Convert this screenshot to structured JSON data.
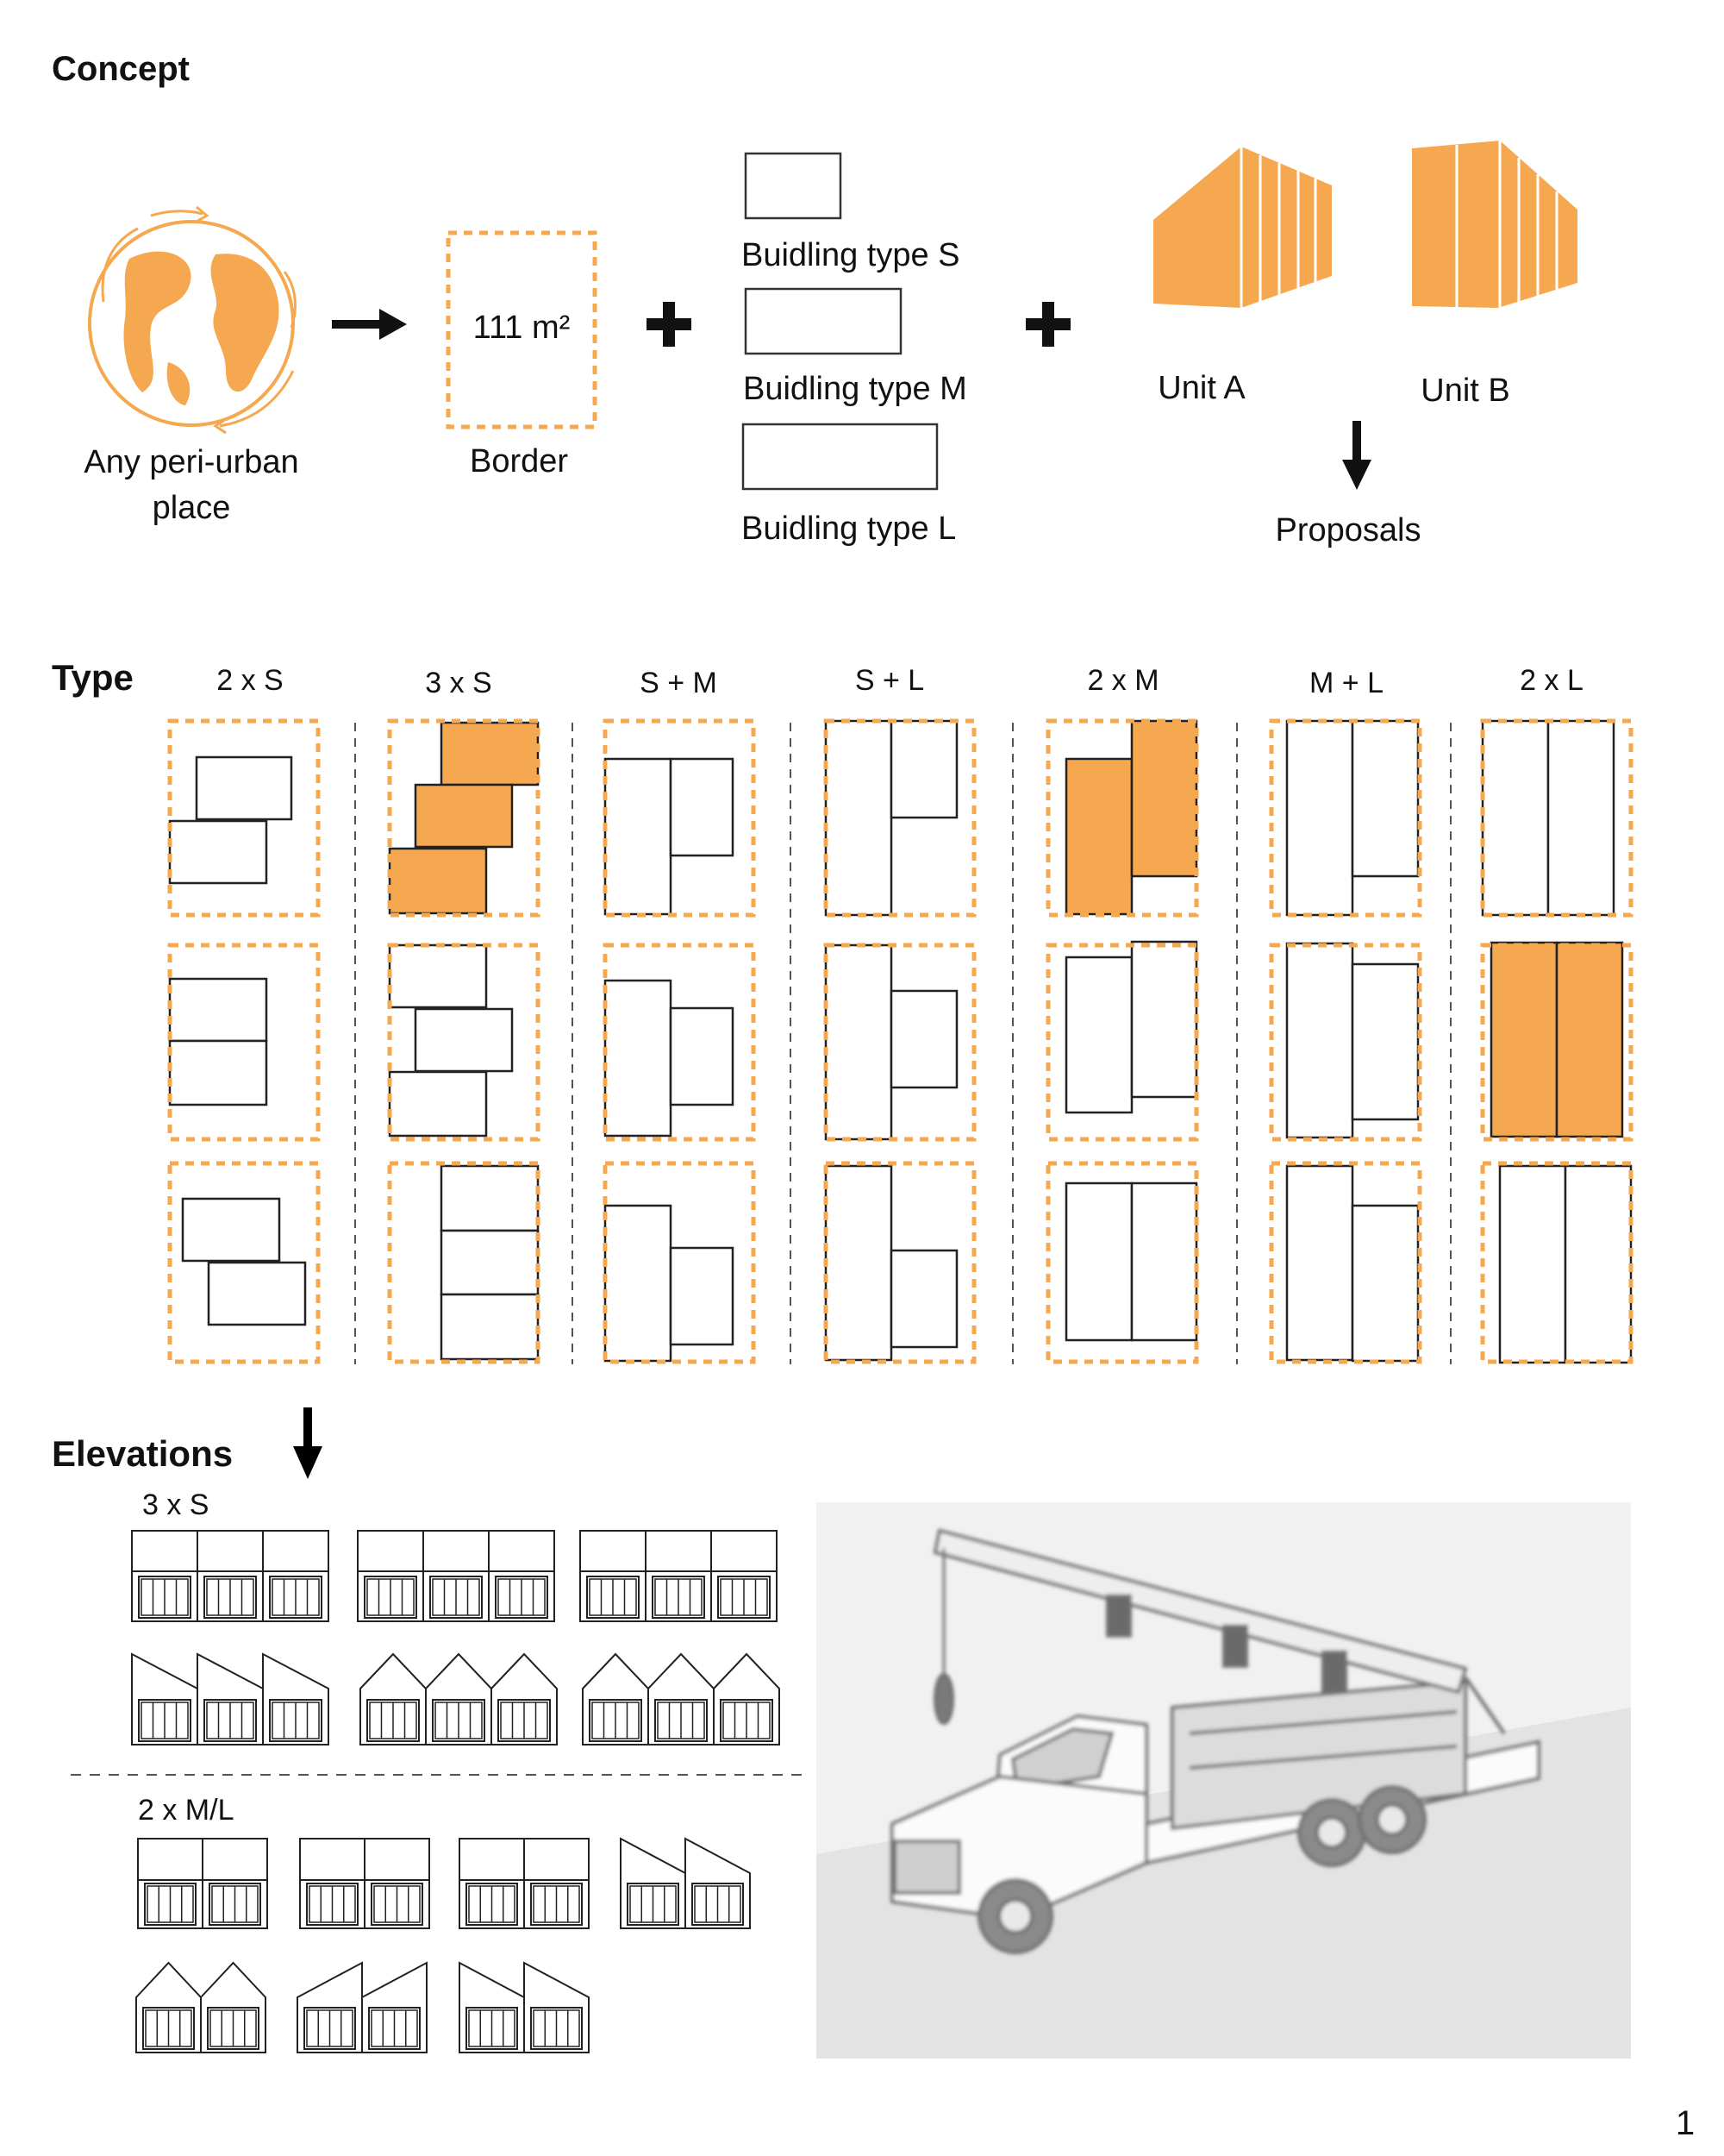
{
  "colors": {
    "accent": "#F5A84F",
    "ink": "#111111",
    "dash": "#555555"
  },
  "concept": {
    "heading": "Concept",
    "place_label_line1": "Any peri-urban",
    "place_label_line2": "place",
    "border_area": "111 m²",
    "border_label": "Border",
    "building_types": [
      {
        "label": "Buidling type S"
      },
      {
        "label": "Buidling type M"
      },
      {
        "label": "Buidling type L"
      }
    ],
    "unit_a_label": "Unit A",
    "unit_b_label": "Unit B",
    "proposals_label": "Proposals"
  },
  "type_section": {
    "heading": "Type",
    "columns": [
      "2 x S",
      "3 x S",
      "S + M",
      "S + L",
      "2 x M",
      "M + L",
      "2 x L"
    ],
    "highlighted_variants": [
      "3 x S / row 1",
      "2 x M / row 1",
      "2 x L / row 2"
    ]
  },
  "elevations": {
    "heading": "Elevations",
    "group_3s_label": "3 x S",
    "group_2ml_label": "2 x M/L"
  },
  "photo": {
    "subject": "truck-with-crane",
    "style": "grayscale faded photograph"
  },
  "page_number": "1"
}
